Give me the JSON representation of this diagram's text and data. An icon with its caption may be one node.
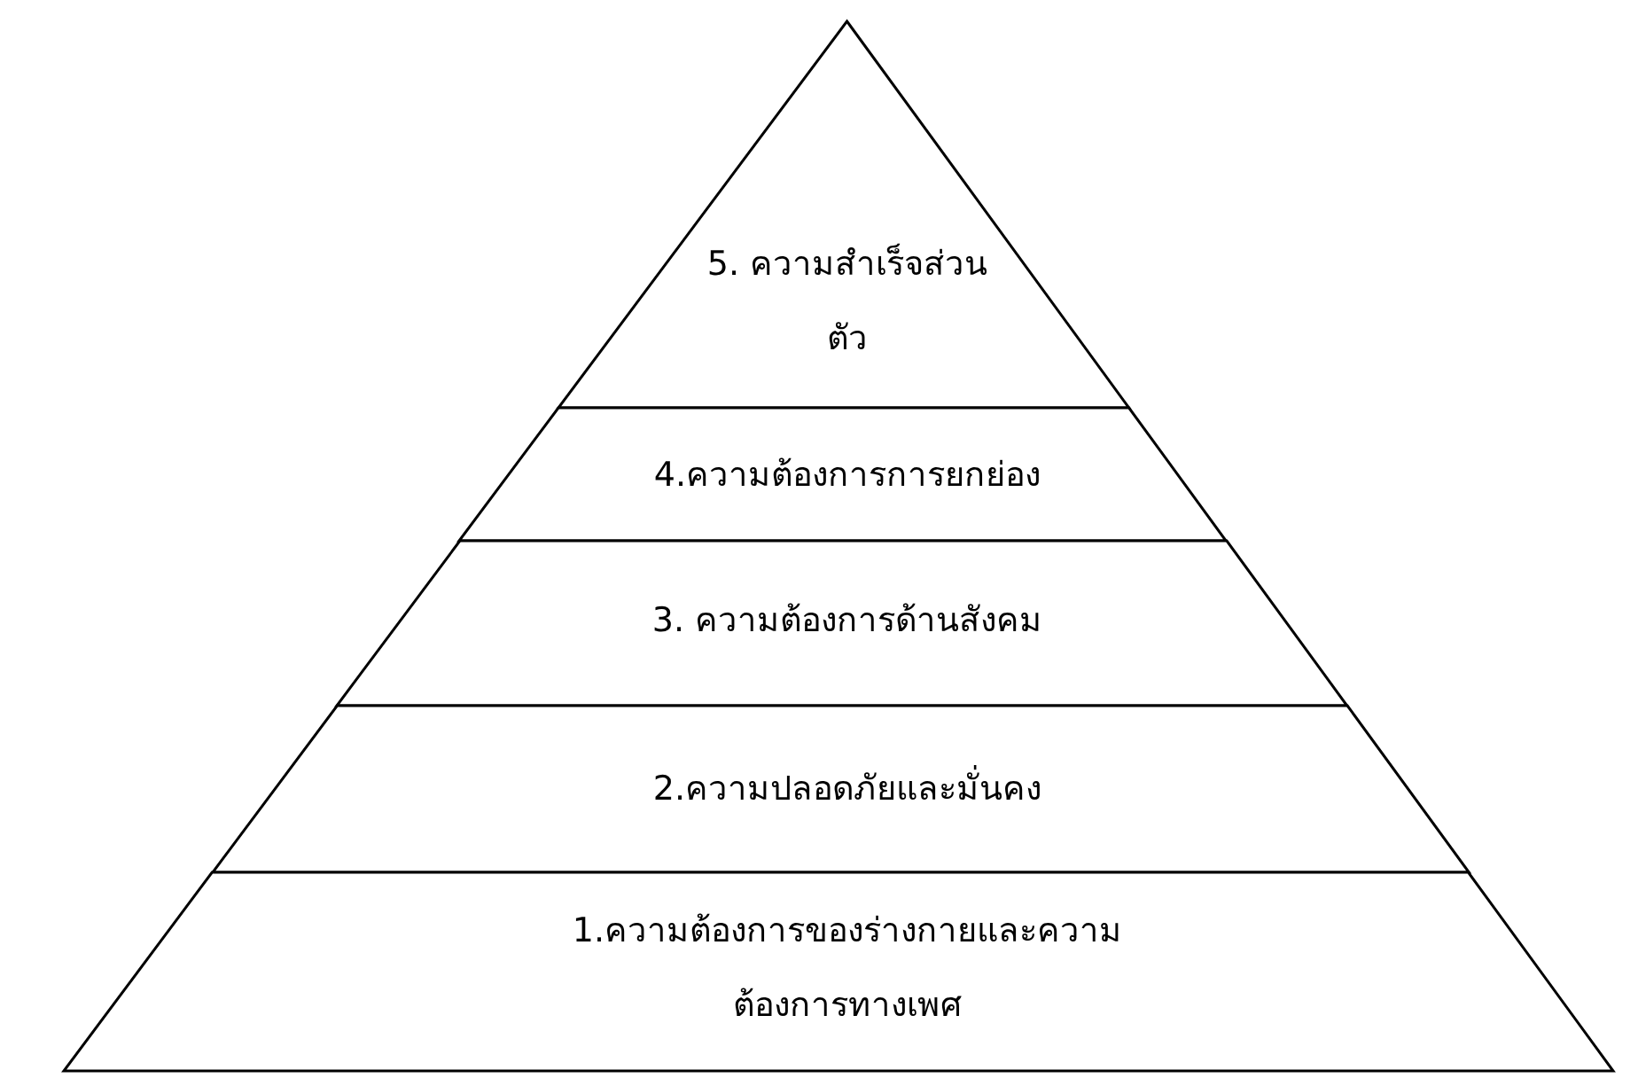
{
  "diagram": {
    "nodes": [
      {
        "text": [
          "5. ความสำเร็จส่วนตัว"
        ]
      },
      {
        "text": [
          "4.ความต้องการการยกย่อง"
        ]
      },
      {
        "text": [
          "3. ความต้องการด้านสังคม"
        ]
      },
      {
        "text": [
          "2.ความปลอดภัยและมั่นคง"
        ]
      },
      {
        "text": [
          "1.ความต้องการของร่างกายและความต้องการทางเพศ"
        ]
      }
    ]
  }
}
